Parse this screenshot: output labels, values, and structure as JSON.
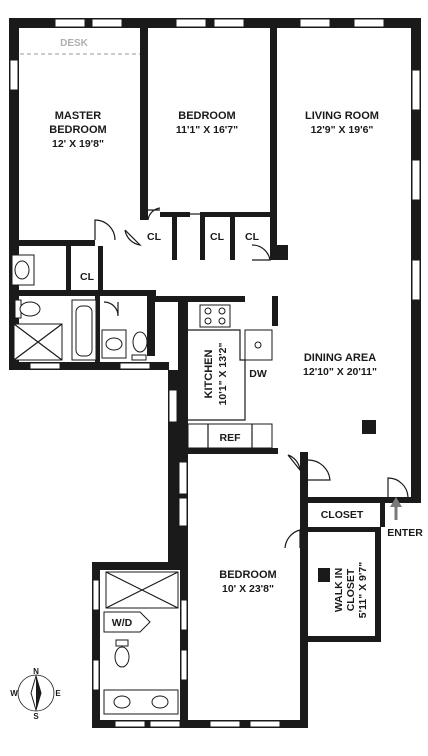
{
  "rooms": {
    "master_bedroom": {
      "name_line1": "MASTER",
      "name_line2": "BEDROOM",
      "dim": "12' X 19'8\""
    },
    "bedroom_top": {
      "name": "BEDROOM",
      "dim": "11'1\" X 16'7\""
    },
    "living_room": {
      "name": "LIVING ROOM",
      "dim": "12'9\" X 19'6\""
    },
    "dining_area": {
      "name": "DINING AREA",
      "dim": "12'10\" X 20'11\""
    },
    "kitchen": {
      "name": "KITCHEN",
      "dim": "10'1\" X 13'2\""
    },
    "bedroom_bottom": {
      "name": "BEDROOM",
      "dim": "10' X 23'8\""
    },
    "walk_in_closet": {
      "name_line1": "WALK IN",
      "name_line2": "CLOSET",
      "dim": "5'11\" X 9'7\""
    }
  },
  "labels": {
    "desk": "DESK",
    "cl1": "CL",
    "cl2": "CL",
    "cl3": "CL",
    "cl4": "CL",
    "closet": "CLOSET",
    "ref": "REF",
    "dw": "DW",
    "wd": "W/D",
    "enter": "ENTER"
  },
  "compass": {
    "n": "N",
    "s": "S",
    "e": "E",
    "w": "W"
  },
  "colors": {
    "wall": "#1a1a1a",
    "desk": "#b0b0b0",
    "enter_arrow": "#7a7a7a"
  }
}
